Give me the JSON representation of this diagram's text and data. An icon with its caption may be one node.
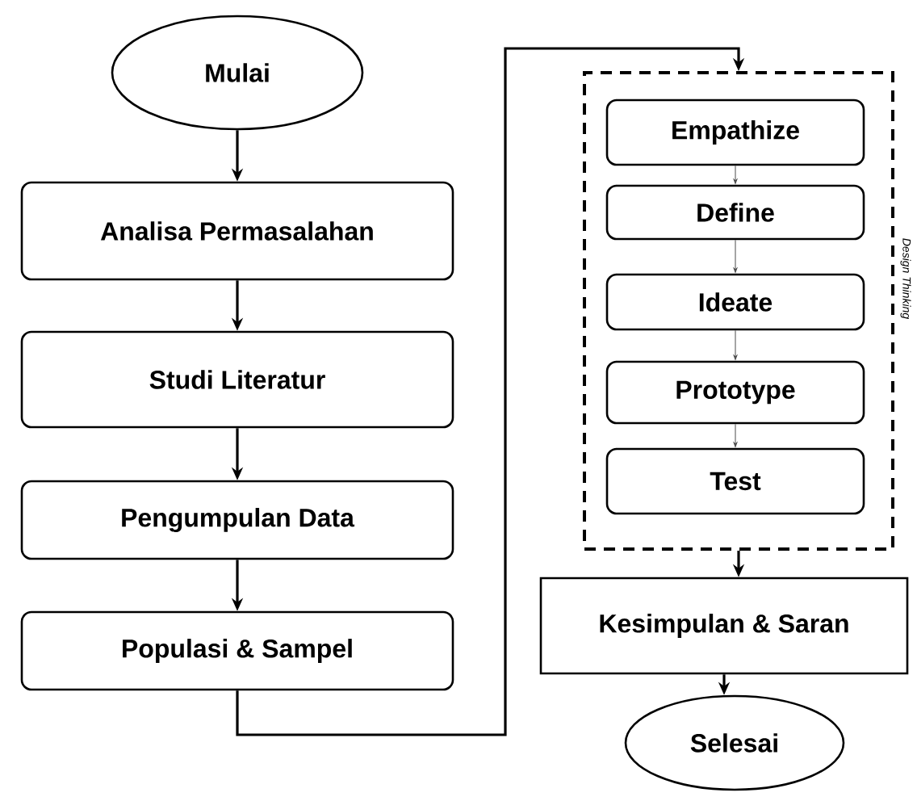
{
  "diagram": {
    "nodes": [
      {
        "text": [
          "Mulai"
        ]
      },
      {
        "text": [
          "Analisa Permasalahan"
        ]
      },
      {
        "text": [
          "Studi Literatur"
        ]
      },
      {
        "text": [
          "Pengumpulan Data"
        ]
      },
      {
        "text": [
          "Populasi & Sampel"
        ]
      },
      {
        "text": [
          "Design Thinking"
        ]
      },
      {
        "text": [
          "Empathize"
        ],
        "in": 5
      },
      {
        "text": [
          "Define"
        ],
        "in": 5
      },
      {
        "text": [
          "Ideate"
        ],
        "in": 5
      },
      {
        "text": [
          "Prototype"
        ],
        "in": 5
      },
      {
        "text": [
          "Test"
        ],
        "in": 5
      },
      {
        "text": [
          "Kesimpulan & Saran"
        ]
      },
      {
        "text": [
          "Selesai"
        ]
      }
    ],
    "edges": [
      {
        "from": 0,
        "to": 1,
        "arrow": "to"
      },
      {
        "from": 1,
        "to": 2,
        "arrow": "to"
      },
      {
        "from": 2,
        "to": 3,
        "arrow": "to"
      },
      {
        "from": 3,
        "to": 4,
        "arrow": "to"
      },
      {
        "from": 4,
        "to": 5,
        "arrow": "to"
      },
      {
        "from": 6,
        "to": 7,
        "arrow": "to"
      },
      {
        "from": 7,
        "to": 8,
        "arrow": "to"
      },
      {
        "from": 8,
        "to": 9,
        "arrow": "to"
      },
      {
        "from": 9,
        "to": 10,
        "arrow": "to"
      },
      {
        "from": 5,
        "to": 11,
        "arrow": "to"
      },
      {
        "from": 11,
        "to": 12,
        "arrow": "to"
      }
    ]
  }
}
